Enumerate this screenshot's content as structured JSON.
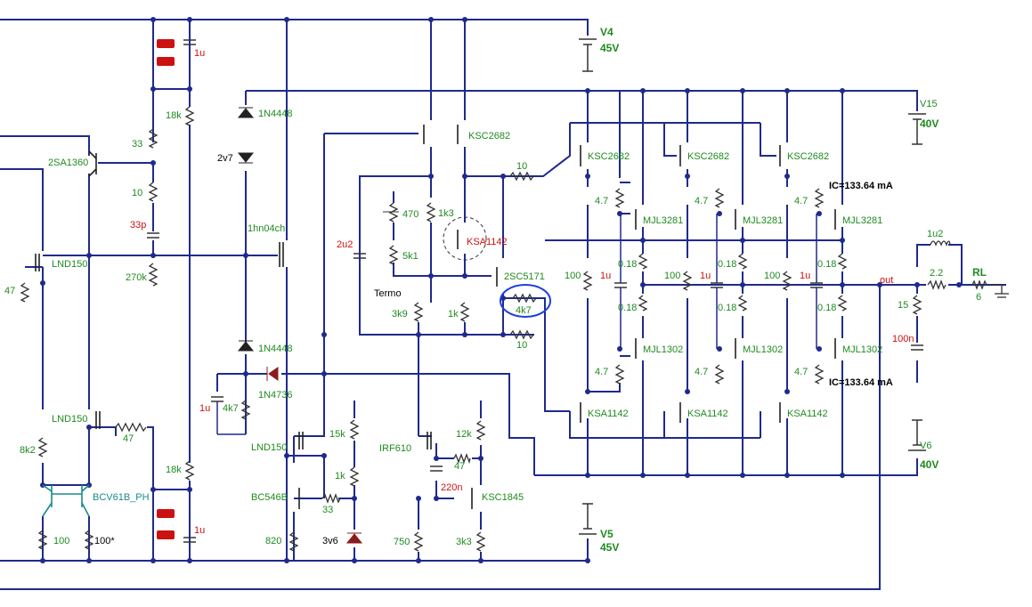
{
  "colors": {
    "wire": "#1f2a8c",
    "component": "#333333",
    "green_text": "#1f8a1f",
    "red_text": "#cc1111",
    "highlight_circle": "#1f3fe0",
    "diode_fill": "#8b1a1a"
  },
  "supplies": {
    "v4": {
      "name": "V4",
      "value": "45V"
    },
    "v15": {
      "name": "V15",
      "value": "40V"
    },
    "v6": {
      "name": "V6",
      "value": "40V"
    },
    "v5": {
      "name": "V5",
      "value": "45V"
    }
  },
  "transistors": {
    "q_2sa1360": "2SA1360",
    "q_lnd150_a": "LND150",
    "q_lnd150_b": "LND150",
    "q_lnd150_c": "LND150",
    "q_bcv61b": "BCV61B_PH",
    "q_1hn04ch": "1hn04ch",
    "q_ksc2682_a": "KSC2682",
    "q_ksa1142_v": "KSA1142",
    "q_2sc5171": "2SC5171",
    "q_bc546b": "BC546B",
    "q_irf610": "IRF610",
    "q_ksc1845": "KSC1845",
    "q_drv_n1": "KSC2682",
    "q_drv_n2": "KSC2682",
    "q_drv_n3": "KSC2682",
    "q_drv_p1": "KSA1142",
    "q_drv_p2": "KSA1142",
    "q_drv_p3": "KSA1142",
    "q_out_n1": "MJL3281",
    "q_out_n2": "MJL3281",
    "q_out_n3": "MJL3281",
    "q_out_p1": "MJL1302",
    "q_out_p2": "MJL1302",
    "q_out_p3": "MJL1302"
  },
  "resistors": {
    "r33_top": "33",
    "r10": "10",
    "r270k": "270k",
    "r18k_top": "18k",
    "r18k_bot": "18k",
    "r47_left": "47",
    "r8k2": "8k2",
    "r100_a": "100",
    "r100_b": "100*",
    "r47_mid": "47",
    "r4k7_a": "4k7",
    "r470": "470",
    "r5k1": "5k1",
    "r1k3": "1k3",
    "r3k9": "3k9",
    "r1k_a": "1k",
    "r4k7_b": "4k7",
    "r10_top": "10",
    "r10_bot": "10",
    "r15k": "15k",
    "r1k_b": "1k",
    "r33_b": "33",
    "r820": "820",
    "r12k": "12k",
    "r47_c": "47",
    "r750": "750",
    "r3k3": "3k3",
    "r47_d1": "4.7",
    "r47_d2": "4.7",
    "r47_d3": "4.7",
    "r47_d4": "4.7",
    "r47_d5": "4.7",
    "r47_d6": "4.7",
    "r100_c1": "100",
    "r100_c2": "100",
    "r100_c3": "100",
    "re_1": "0.18",
    "re_2": "0.18",
    "re_3": "0.18",
    "re_4": "0.18",
    "re_5": "0.18",
    "re_6": "0.18",
    "r15": "15",
    "r22": "2.2",
    "rl_name": "RL",
    "rl_value": "6"
  },
  "capacitors": {
    "c1u_top": "1u",
    "c33p": "33p",
    "c2u2": "2u2",
    "c1u_left": "1u",
    "c1u_bot": "1u",
    "c220n": "220n",
    "c1u_z1": "1u",
    "c1u_z2": "1u",
    "c1u_z3": "1u",
    "c100n": "100n",
    "l1u2": "1u2"
  },
  "diodes": {
    "d1": "1N4448",
    "d2": "2v7",
    "d3": "1N4448",
    "d4": "1N4736",
    "d5": "3v6"
  },
  "misc": {
    "termo": "Termo",
    "out": "out",
    "ic_top": "IC=133.64 mA",
    "ic_bot": "IC=133.64 mA"
  }
}
